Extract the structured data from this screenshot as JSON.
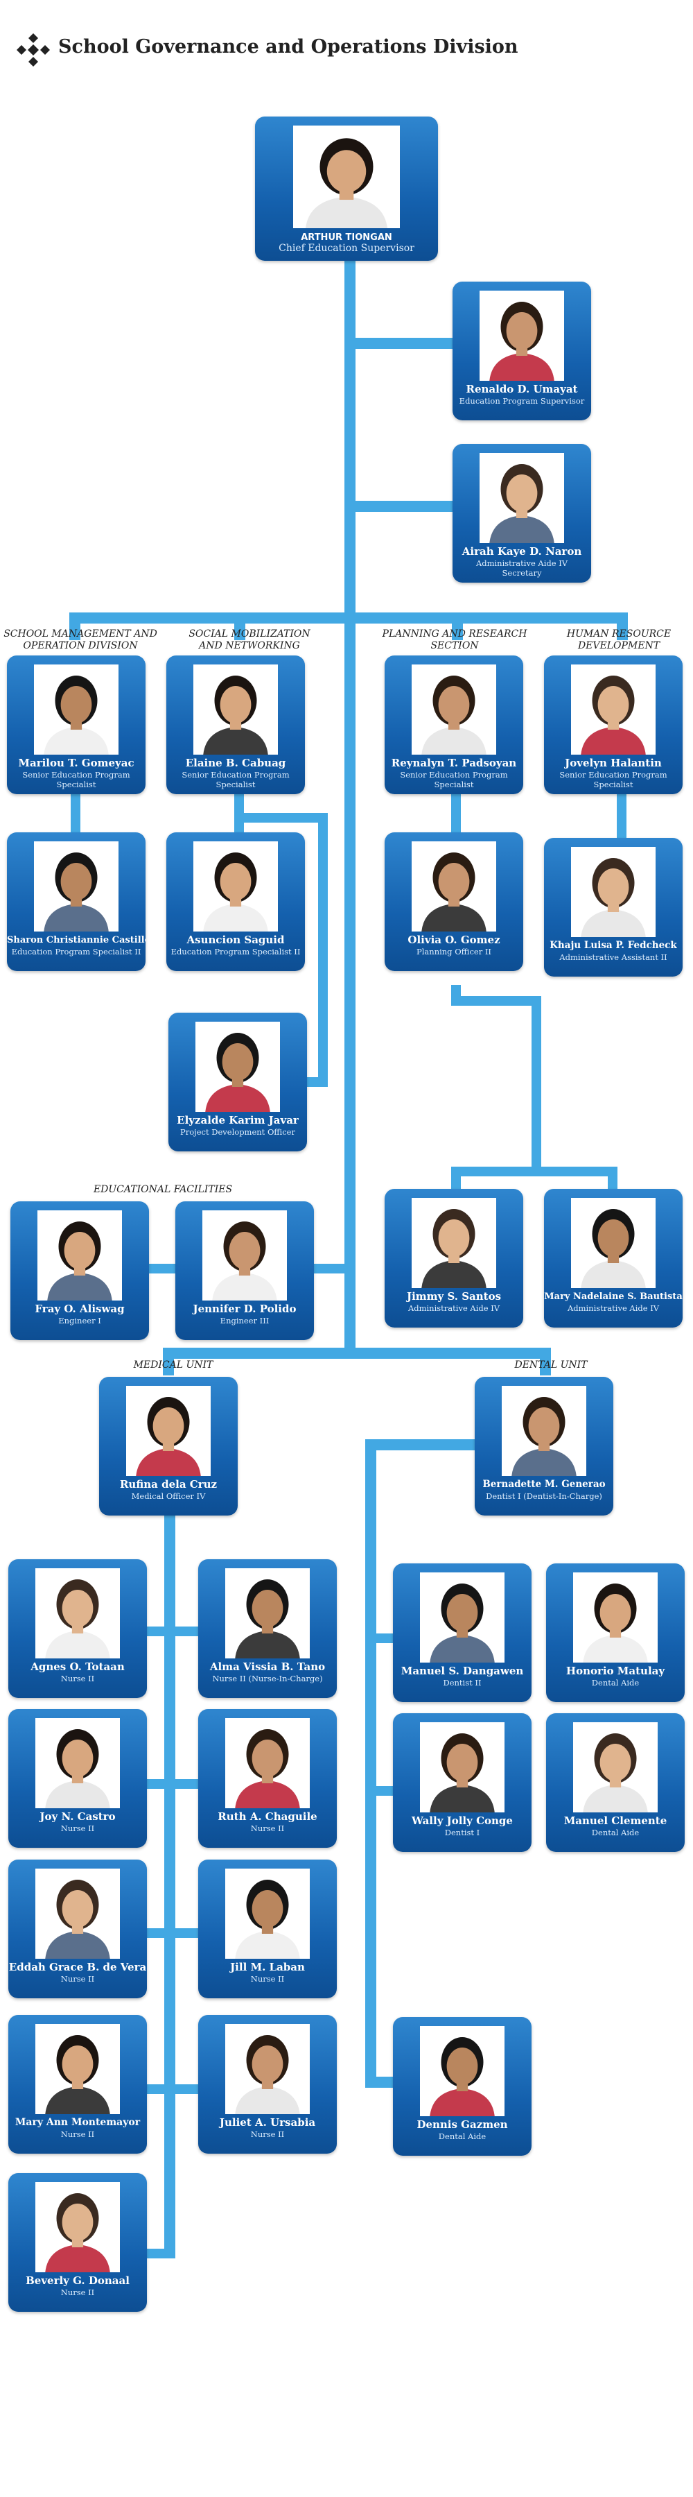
{
  "page": {
    "title": "School Governance and Operations Division"
  },
  "colors": {
    "card": "#1563ae",
    "connector": "#42a8e3",
    "text": "#ffffff"
  },
  "sections": {
    "smod": "SCHOOL MANAGEMENT AND OPERATION DIVISION",
    "smn": "SOCIAL MOBILIZATION AND NETWORKING",
    "prs": "PLANNING AND RESEARCH SECTION",
    "hrd": "HUMAN RESOURCE DEVELOPMENT",
    "ef": "EDUCATIONAL FACILITIES",
    "med": "MEDICAL UNIT",
    "den": "DENTAL UNIT"
  },
  "people": {
    "chief": {
      "name": "ARTHUR TIONGAN",
      "role": "Chief Education Supervisor"
    },
    "umayat": {
      "name": "Renaldo D. Umayat",
      "role": "Education Program Supervisor"
    },
    "naron": {
      "name": "Airah Kaye D. Naron",
      "role": "Administrative Aide IV Secretary"
    },
    "gomeyac": {
      "name": "Marilou T. Gomeyac",
      "role": "Senior Education Program Specialist"
    },
    "cabuag": {
      "name": "Elaine B. Cabuag",
      "role": "Senior Education Program Specialist"
    },
    "padsoyan": {
      "name": "Reynalyn T. Padsoyan",
      "role": "Senior Education Program Specialist"
    },
    "halantin": {
      "name": "Jovelyn Halantin",
      "role": "Senior Education Program Specialist"
    },
    "castillo": {
      "name": "Sharon Christiannie Castillo",
      "role": "Education Program Specialist II"
    },
    "saguid": {
      "name": "Asuncion Saguid",
      "role": "Education Program Specialist II"
    },
    "gomez": {
      "name": "Olivia O. Gomez",
      "role": "Planning Officer II"
    },
    "fedcheck": {
      "name": "Khaju Luisa P. Fedcheck",
      "role": "Administrative Assistant II"
    },
    "javar": {
      "name": "Elyzalde Karim Javar",
      "role": "Project Development Officer"
    },
    "aliswag": {
      "name": "Fray O. Aliswag",
      "role": "Engineer I"
    },
    "polido": {
      "name": "Jennifer D. Polido",
      "role": "Engineer III"
    },
    "santos": {
      "name": "Jimmy S. Santos",
      "role": "Administrative Aide IV"
    },
    "bautista": {
      "name": "Mary Nadelaine S. Bautista",
      "role": "Administrative Aide IV"
    },
    "delacruz": {
      "name": "Rufina dela Cruz",
      "role": "Medical Officer IV"
    },
    "generao": {
      "name": "Bernadette M. Generao",
      "role": "Dentist I (Dentist-In-Charge)"
    },
    "totaan": {
      "name": "Agnes O. Totaan",
      "role": "Nurse II"
    },
    "tano": {
      "name": "Alma Vissia B. Tano",
      "role": "Nurse II (Nurse-In-Charge)"
    },
    "castro": {
      "name": "Joy N. Castro",
      "role": "Nurse II"
    },
    "chaguile": {
      "name": "Ruth A. Chaguile",
      "role": "Nurse II"
    },
    "devera": {
      "name": "Eddah Grace B. de Vera",
      "role": "Nurse II"
    },
    "laban": {
      "name": "Jill M. Laban",
      "role": "Nurse II"
    },
    "montemayor": {
      "name": "Mary Ann Montemayor",
      "role": "Nurse II"
    },
    "ursabia": {
      "name": "Juliet A. Ursabia",
      "role": "Nurse II"
    },
    "donaal": {
      "name": "Beverly G. Donaal",
      "role": "Nurse II"
    },
    "dangawen": {
      "name": "Manuel S. Dangawen",
      "role": "Dentist II"
    },
    "matulay": {
      "name": "Honorio Matulay",
      "role": "Dental Aide"
    },
    "conge": {
      "name": "Wally Jolly Conge",
      "role": "Dentist I"
    },
    "clemente": {
      "name": "Manuel Clemente",
      "role": "Dental Aide"
    },
    "gazmen": {
      "name": "Dennis Gazmen",
      "role": "Dental Aide"
    }
  }
}
